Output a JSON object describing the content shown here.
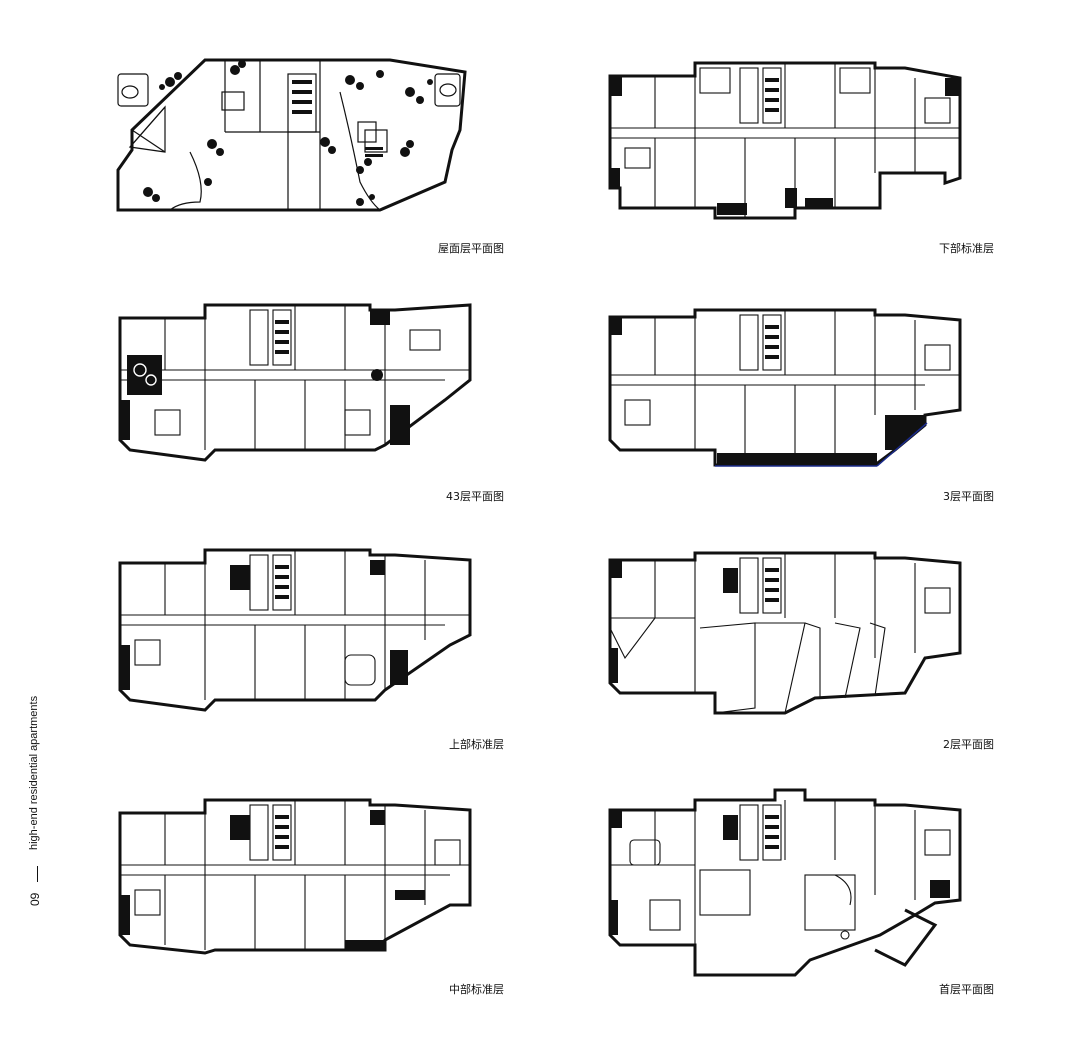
{
  "side_label": {
    "text": "high-end residential apartments",
    "page_number": "09"
  },
  "plans": [
    {
      "id": "roof",
      "caption": "屋面层平面图"
    },
    {
      "id": "lower-standard",
      "caption": "下部标准层"
    },
    {
      "id": "floor-43",
      "caption": "43层平面图"
    },
    {
      "id": "floor-3",
      "caption": "3层平面图"
    },
    {
      "id": "upper-standard",
      "caption": "上部标准层"
    },
    {
      "id": "floor-2",
      "caption": "2层平面图"
    },
    {
      "id": "middle-standard",
      "caption": "中部标准层"
    },
    {
      "id": "ground-floor",
      "caption": "首层平面图"
    }
  ],
  "colors": {
    "wall": "#111111",
    "accent_blue": "#1a2a8a"
  }
}
